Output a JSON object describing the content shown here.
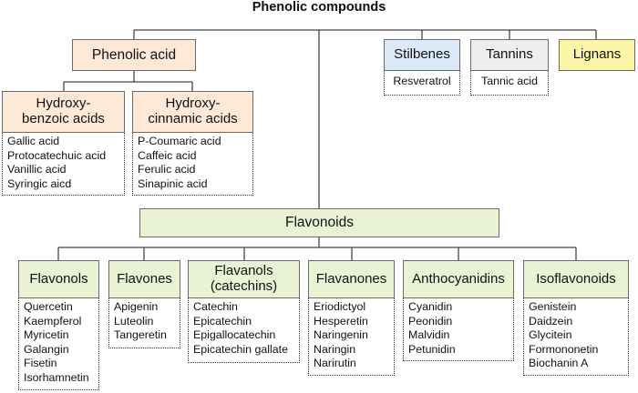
{
  "title": "Phenolic compounds",
  "colors": {
    "phenolic": "#fde9d5",
    "stilbenes": "#dbe9f8",
    "tannins": "#efefef",
    "lignans": "#fdf5a7",
    "flavonoid": "#eaf2d4",
    "line": "#444444"
  },
  "phenolic_acid": {
    "label": "Phenolic acid",
    "groups": [
      {
        "label_lines": [
          "Hydroxy-",
          "benzoic acids"
        ],
        "items": [
          "Gallic acid",
          "Protocatechuic acid",
          "Vanillic acid",
          "Syringic aicd"
        ]
      },
      {
        "label_lines": [
          "Hydroxy-",
          "cinnamic acids"
        ],
        "items": [
          "P-Coumaric acid",
          "Caffeic acid",
          "Ferulic acid",
          "Sinapinic acid"
        ]
      }
    ]
  },
  "stilbenes": {
    "label": "Stilbenes",
    "items": [
      "Resveratrol"
    ]
  },
  "tannins": {
    "label": "Tannins",
    "items": [
      "Tannic acid"
    ]
  },
  "lignans": {
    "label": "Lignans"
  },
  "flavonoids": {
    "label": "Flavonoids",
    "classes": [
      {
        "label_lines": [
          "Flavonols"
        ],
        "items": [
          "Quercetin",
          "Kaempferol",
          "Myricetin",
          "Galangin",
          "Fisetin",
          "Isorhamnetin"
        ]
      },
      {
        "label_lines": [
          "Flavones"
        ],
        "items": [
          "Apigenin",
          "Luteolin",
          "Tangeretin"
        ]
      },
      {
        "label_lines": [
          "Flavanols",
          "(catechins)"
        ],
        "items": [
          "Catechin",
          "Epicatechin",
          "Epigallocatechin",
          "Epicatechin gallate"
        ]
      },
      {
        "label_lines": [
          "Flavanones"
        ],
        "items": [
          "Eriodictyol",
          "Hesperetin",
          "Naringenin",
          "Naringin",
          "Narirutin"
        ]
      },
      {
        "label_lines": [
          "Anthocyanidins"
        ],
        "items": [
          "Cyanidin",
          "Peonidin",
          "Malvidin",
          "Petunidin"
        ]
      },
      {
        "label_lines": [
          "Isoflavonoids"
        ],
        "items": [
          "Genistein",
          "Daidzein",
          "Glycitein",
          "Formononetin",
          "Biochanin A"
        ]
      }
    ]
  }
}
